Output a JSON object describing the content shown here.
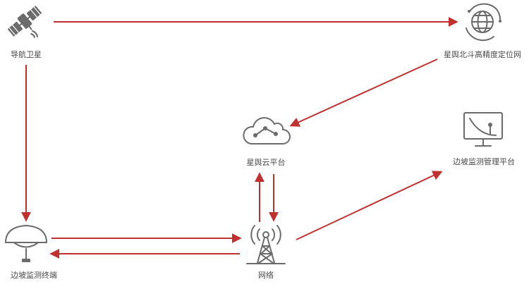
{
  "nodes": {
    "satellite": {
      "label": "导航卫星",
      "icon": "satellite-icon"
    },
    "positioning_network": {
      "label": "星舆北斗高精度定位网",
      "icon": "globe-network-icon"
    },
    "cloud_platform": {
      "label": "星舆云平台",
      "icon": "cloud-icon"
    },
    "management_platform": {
      "label": "边坡监测管理平台",
      "icon": "monitor-chart-icon"
    },
    "terminal": {
      "label": "边坡监测终端",
      "icon": "gnss-antenna-icon"
    },
    "network": {
      "label": "网络",
      "icon": "signal-tower-icon"
    }
  },
  "colors": {
    "arrow": "#c0302f",
    "icon": "#6b6b6b",
    "label": "#4a4a4a"
  }
}
